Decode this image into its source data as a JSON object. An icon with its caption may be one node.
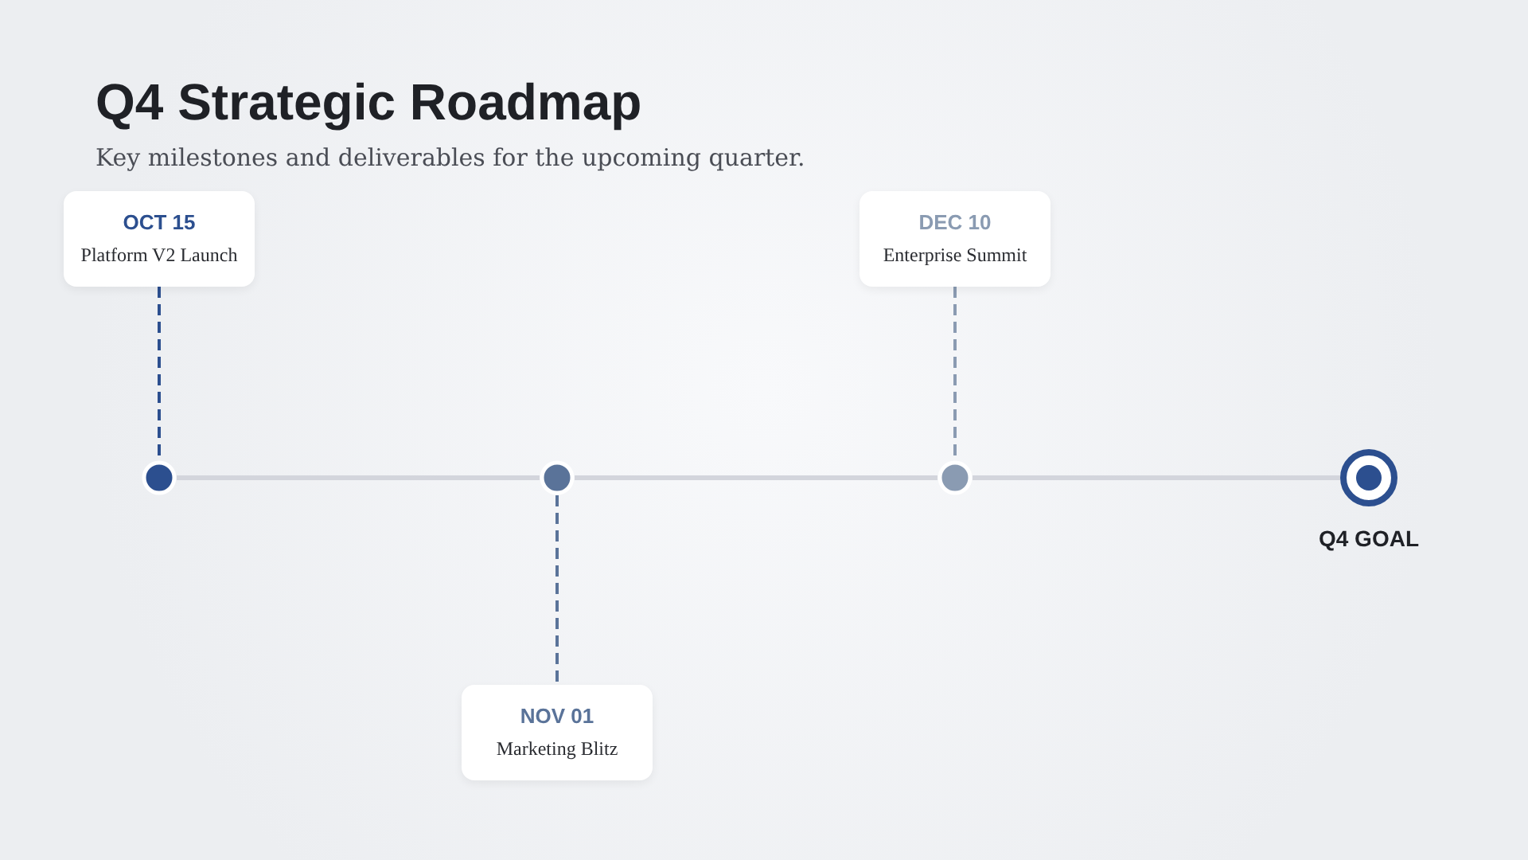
{
  "diagram": {
    "title": "Q4 Strategic Roadmap",
    "caption": "Key milestones and deliverables for the upcoming quarter.",
    "nodes": [
      {
        "text": [
          "OCT 15",
          "Platform V2 Launch"
        ]
      },
      {
        "text": [
          "DEC 10",
          "Enterprise Summit"
        ]
      },
      {
        "text": [],
        "shape": "circle"
      },
      {
        "text": [],
        "shape": "circle"
      },
      {
        "text": [],
        "shape": "circle"
      },
      {
        "text": [],
        "shape": "circle",
        "beside": [
          "Q4 GOAL"
        ]
      },
      {
        "text": [
          "NOV 01",
          "Marketing Blitz"
        ]
      }
    ],
    "edges": [
      {
        "from": 0,
        "to": 2,
        "arrow": "none",
        "style": "dashed",
        "color": "#2c4f8f"
      },
      {
        "from": 2,
        "to": 3,
        "arrow": "none"
      },
      {
        "from": 3,
        "to": 4,
        "arrow": "none"
      },
      {
        "from": 4,
        "to": 5,
        "arrow": "none"
      },
      {
        "from": 3,
        "to": 6,
        "arrow": "none",
        "style": "dashed",
        "color": "#5a7399"
      },
      {
        "from": 1,
        "to": 4,
        "arrow": "none",
        "style": "dashed",
        "color": "#8a9bb2"
      }
    ]
  }
}
